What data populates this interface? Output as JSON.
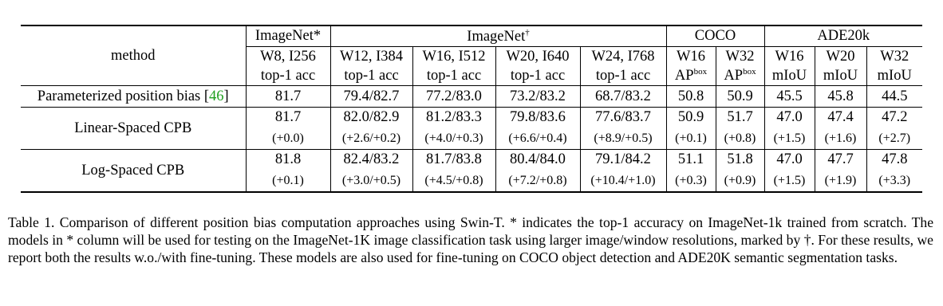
{
  "table": {
    "header": {
      "method": "method",
      "imagenet_star": "ImageNet*",
      "imagenet_dagger": "ImageNet",
      "dagger": "†",
      "coco": "COCO",
      "ade20k": "ADE20k",
      "sub": [
        {
          "line1": "W8, I256",
          "line2": "top-1 acc"
        },
        {
          "line1": "W12, I384",
          "line2": "top-1 acc"
        },
        {
          "line1": "W16, I512",
          "line2": "top-1 acc"
        },
        {
          "line1": "W20, I640",
          "line2": "top-1 acc"
        },
        {
          "line1": "W24, I768",
          "line2": "top-1 acc"
        },
        {
          "line1": "W16",
          "line2": "AP",
          "sup": "box"
        },
        {
          "line1": "W32",
          "line2": "AP",
          "sup": "box"
        },
        {
          "line1": "W16",
          "line2": "mIoU"
        },
        {
          "line1": "W20",
          "line2": "mIoU"
        },
        {
          "line1": "W32",
          "line2": "mIoU"
        }
      ]
    },
    "rows": [
      {
        "method": "Parameterized position bias [",
        "ref": "46",
        "method_end": "]",
        "values": [
          "81.7",
          "79.4/82.7",
          "77.2/83.0",
          "73.2/83.2",
          "68.7/83.2",
          "50.8",
          "50.9",
          "45.5",
          "45.8",
          "44.5"
        ]
      },
      {
        "method": "Linear-Spaced CPB",
        "values": [
          "81.7",
          "82.0/82.9",
          "81.2/83.3",
          "79.8/83.6",
          "77.6/83.7",
          "50.9",
          "51.7",
          "47.0",
          "47.4",
          "47.2"
        ],
        "deltas": [
          "(+0.0)",
          "(+2.6/+0.2)",
          "(+4.0/+0.3)",
          "(+6.6/+0.4)",
          "(+8.9/+0.5)",
          "(+0.1)",
          "(+0.8)",
          "(+1.5)",
          "(+1.6)",
          "(+2.7)"
        ]
      },
      {
        "method": "Log-Spaced CPB",
        "values": [
          "81.8",
          "82.4/83.2",
          "81.7/83.8",
          "80.4/84.0",
          "79.1/84.2",
          "51.1",
          "51.8",
          "47.0",
          "47.7",
          "47.8"
        ],
        "deltas": [
          "(+0.1)",
          "(+3.0/+0.5)",
          "(+4.5/+0.8)",
          "(+7.2/+0.8)",
          "(+10.4/+1.0)",
          "(+0.3)",
          "(+0.9)",
          "(+1.5)",
          "(+1.9)",
          "(+3.3)"
        ]
      }
    ]
  },
  "caption": "Table 1. Comparison of different position bias computation approaches using Swin-T. * indicates the top-1 accuracy on ImageNet-1k trained from scratch. The models in * column will be used for testing on the ImageNet-1K image classification task using larger image/window resolutions, marked by †. For these results, we report both the results w.o./with fine-tuning. These models are also used for fine-tuning on COCO object detection and ADE20K semantic segmentation tasks."
}
